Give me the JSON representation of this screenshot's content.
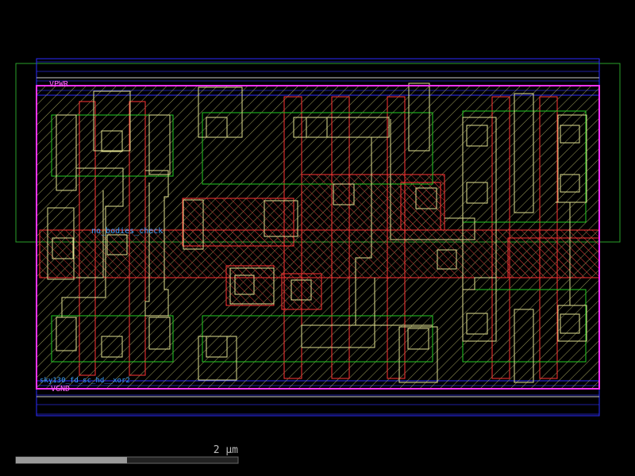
{
  "labels": {
    "vpwr": "VPWR",
    "vgnd": "VGND",
    "nwell_note": "no_bodies_check",
    "cell_name": "sky130_fd_sc_hd__xor2",
    "scale_text": "2 µm"
  },
  "scale": {
    "fill_fraction": 0.5
  },
  "colors": {
    "background": "#000000",
    "boundary": "#ff33ff",
    "nwell": "#2aa02a",
    "diff": "#22cc22",
    "poly": "#ff3333",
    "li": "#cfcf7a",
    "met1": "#2b2bff",
    "label": "#3aa0ff",
    "scale_bar": "#888888"
  }
}
